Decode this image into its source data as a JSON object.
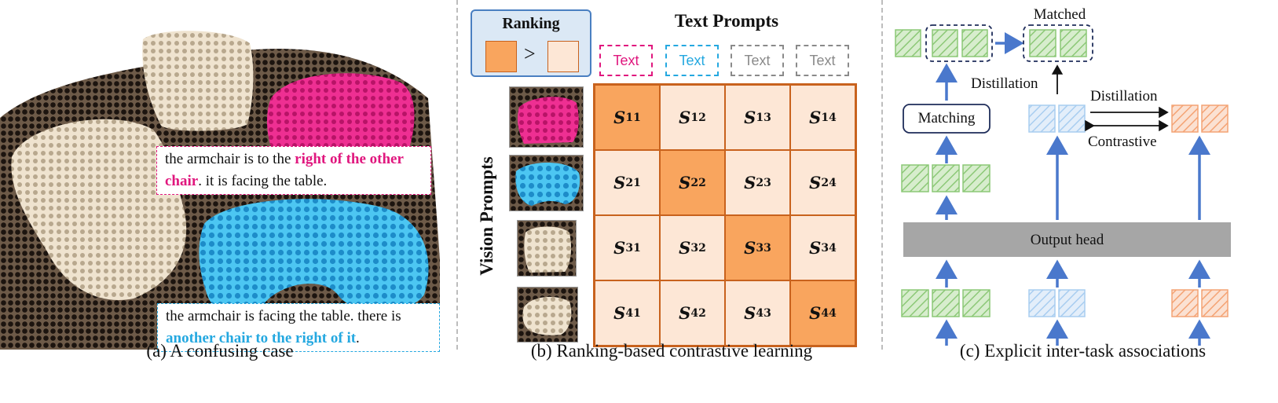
{
  "panel_a": {
    "caption": "(a) A confusing case",
    "text1_plain": "the armchair is to the ",
    "text1_highlight": "right of the other chair",
    "text1_rest": ". it is facing the table.",
    "text2_plain": "the armchair is facing the table. there is ",
    "text2_highlight": "another chair to the right of it",
    "text2_rest": "."
  },
  "panel_b": {
    "caption": "(b) Ranking-based contrastive learning",
    "ranking_label": "Ranking",
    "ranking_symbol": ">",
    "text_prompts_title": "Text Prompts",
    "vision_prompts_title": "Vision Prompts",
    "text_prompt_labels": [
      "Text",
      "Text",
      "Text",
      "Text"
    ],
    "matrix": [
      [
        {
          "s": "S",
          "i": "11"
        },
        {
          "s": "S",
          "i": "12"
        },
        {
          "s": "S",
          "i": "13"
        },
        {
          "s": "S",
          "i": "14"
        }
      ],
      [
        {
          "s": "S",
          "i": "21"
        },
        {
          "s": "S",
          "i": "22"
        },
        {
          "s": "S",
          "i": "23"
        },
        {
          "s": "S",
          "i": "24"
        }
      ],
      [
        {
          "s": "S",
          "i": "31"
        },
        {
          "s": "S",
          "i": "32"
        },
        {
          "s": "S",
          "i": "33"
        },
        {
          "s": "S",
          "i": "34"
        }
      ],
      [
        {
          "s": "S",
          "i": "41"
        },
        {
          "s": "S",
          "i": "42"
        },
        {
          "s": "S",
          "i": "43"
        },
        {
          "s": "S",
          "i": "44"
        }
      ]
    ],
    "colors": {
      "strong": "#f9a55e",
      "weak": "#fde7d6",
      "border": "#c8621d",
      "pink": "#e0177e",
      "blue": "#24a8e0",
      "gray": "#8a8a8a"
    }
  },
  "panel_c": {
    "caption": "(c) Explicit inter-task associations",
    "matched_label": "Matched",
    "distillation_label_left": "Distillation",
    "matching_label": "Matching",
    "distillation_label_right": "Distillation",
    "contrastive_label": "Contrastive",
    "output_head_label": "Output head",
    "colors": {
      "green": "#8cc877",
      "blue": "#a8cdf0",
      "orange": "#f4a374",
      "arrow": "#4a78cc",
      "head": "#a6a6a6"
    }
  }
}
